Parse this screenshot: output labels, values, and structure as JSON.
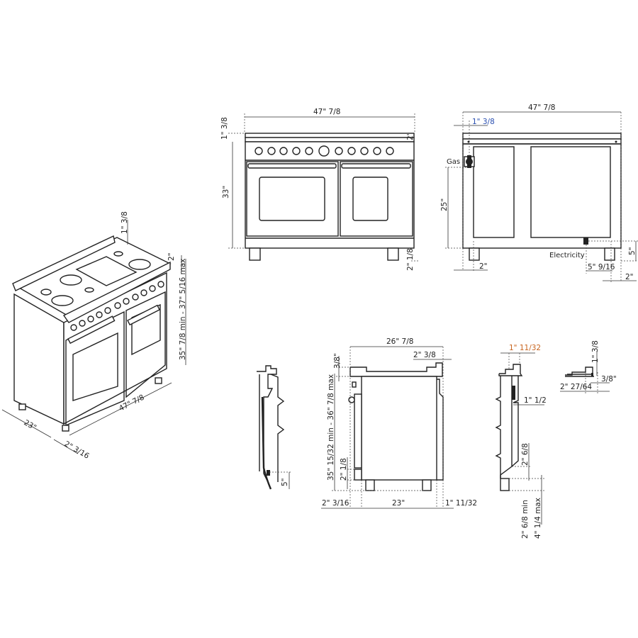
{
  "isometric_view": {
    "backguard_height": "1\" 3/8",
    "top_offset": "2\"",
    "height_range": "35\" 7/8 min - 37\" 5/16 max",
    "width": "47\" 7/8",
    "depth": "23\"",
    "door_projection": "2\" 3/16"
  },
  "front_view": {
    "width": "47\" 7/8",
    "backguard_height": "1\" 3/8",
    "top_offset": "2\"",
    "height": "33\"",
    "foot_height": "2\" 1/8"
  },
  "rear_view": {
    "width": "47\" 7/8",
    "gas_offset": "1\" 3/8",
    "gas_label": "Gas",
    "gas_height": "25\"",
    "electricity_label": "Electricity",
    "electricity_height": "5\"",
    "electricity_offset": "5\" 9/16",
    "left_foot_offset": "2\"",
    "right_foot_offset": "2\""
  },
  "side_view": {
    "depth": "26\" 7/8",
    "backguard_depth": "2\" 3/8",
    "top_thickness": "3/8\"",
    "height_range": "35\" 15/32 min - 36\" 7/8 max",
    "plinth_height": "2\" 1/8",
    "door_projection": "2\" 3/16",
    "body_depth": "23\"",
    "rear_offset": "1\" 11/32"
  },
  "wall_profile": {
    "height_5": "5\""
  },
  "rear_profile": {
    "top_offset": "1\" 11/32",
    "panel_offset": "1\" 1/2",
    "plinth": "2\" 6/8",
    "foot_min": "2\" 6/8 min",
    "foot_max": "4\" 1/4 max"
  },
  "detail": {
    "height": "1\" 3/8",
    "offset": "3/8\"",
    "depth": "2\" 27/64"
  },
  "colors": {
    "line": "#222222",
    "accent_orange": "#c8641e",
    "accent_blue": "#2a4fb0"
  }
}
